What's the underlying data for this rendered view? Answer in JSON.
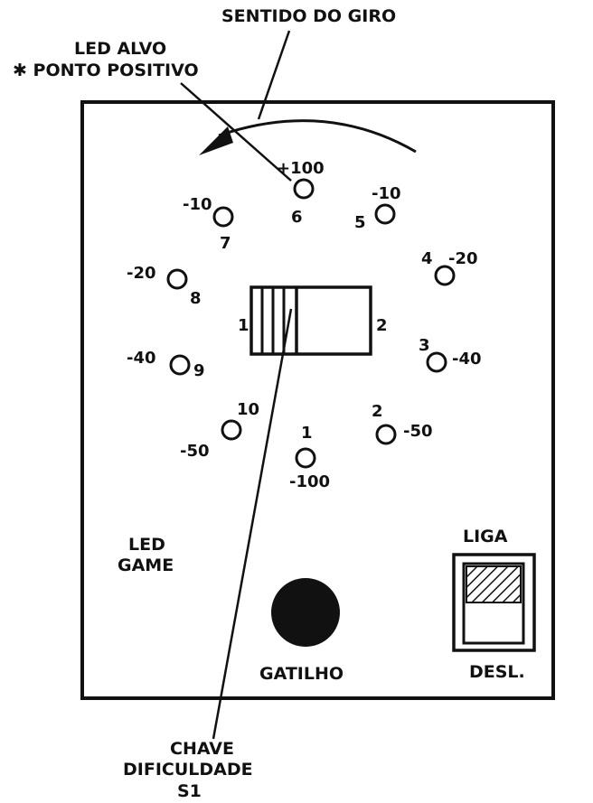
{
  "callouts": {
    "rotation_direction": "SENTIDO DO GIRO",
    "target_led": "LED ALVO",
    "positive_point": "✱ PONTO POSITIVO",
    "difficulty_switch_line1": "CHAVE",
    "difficulty_switch_line2": "DIFICULDADE",
    "difficulty_switch_line3": "S1"
  },
  "panel": {
    "led_game_line1": "LED",
    "led_game_line2": "GAME",
    "trigger_label": "GATILHO",
    "power_on_label": "LIGA",
    "power_off_label": "DESL.",
    "switch_pos_1": "1",
    "switch_pos_2": "2"
  },
  "leds": [
    {
      "number": "6",
      "score": "+100"
    },
    {
      "number": "5",
      "score": "-10"
    },
    {
      "number": "4",
      "score": "-20"
    },
    {
      "number": "3",
      "score": "-40"
    },
    {
      "number": "2",
      "score": "-50"
    },
    {
      "number": "1",
      "score": "-100"
    },
    {
      "number": "10",
      "score": "-50"
    },
    {
      "number": "9",
      "score": "-40"
    },
    {
      "number": "8",
      "score": "-20"
    },
    {
      "number": "7",
      "score": "-10"
    }
  ],
  "colors": {
    "ink": "#111111",
    "paper": "#ffffff"
  }
}
